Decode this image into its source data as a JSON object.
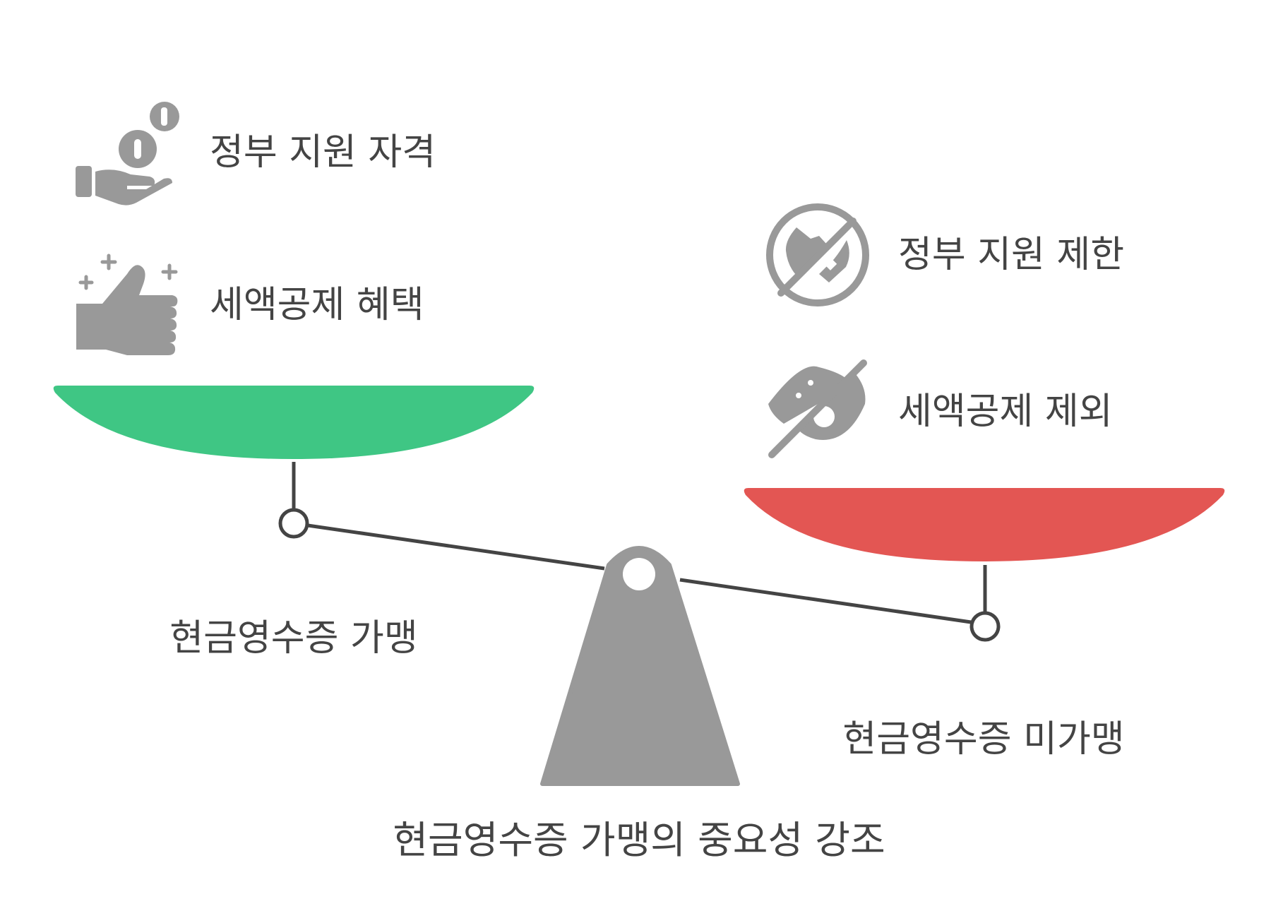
{
  "left_side": {
    "label": "현금영수증 가맹",
    "color": "#3fc684",
    "items": [
      {
        "label": "정부 지원 자격",
        "icon": "hand-coins-icon"
      },
      {
        "label": "세액공제 혜택",
        "icon": "thumbs-up-sparkle-icon"
      }
    ]
  },
  "right_side": {
    "label": "현금영수증 미가맹",
    "color": "#e35653",
    "items": [
      {
        "label": "정부 지원 제한",
        "icon": "no-money-icon"
      },
      {
        "label": "세액공제 제외",
        "icon": "eye-slash-icon"
      }
    ]
  },
  "title": "현금영수증 가맹의 중요성 강조",
  "colors": {
    "text": "#444444",
    "icon": "#999999",
    "beam": "#444444",
    "fulcrum": "#999999"
  }
}
